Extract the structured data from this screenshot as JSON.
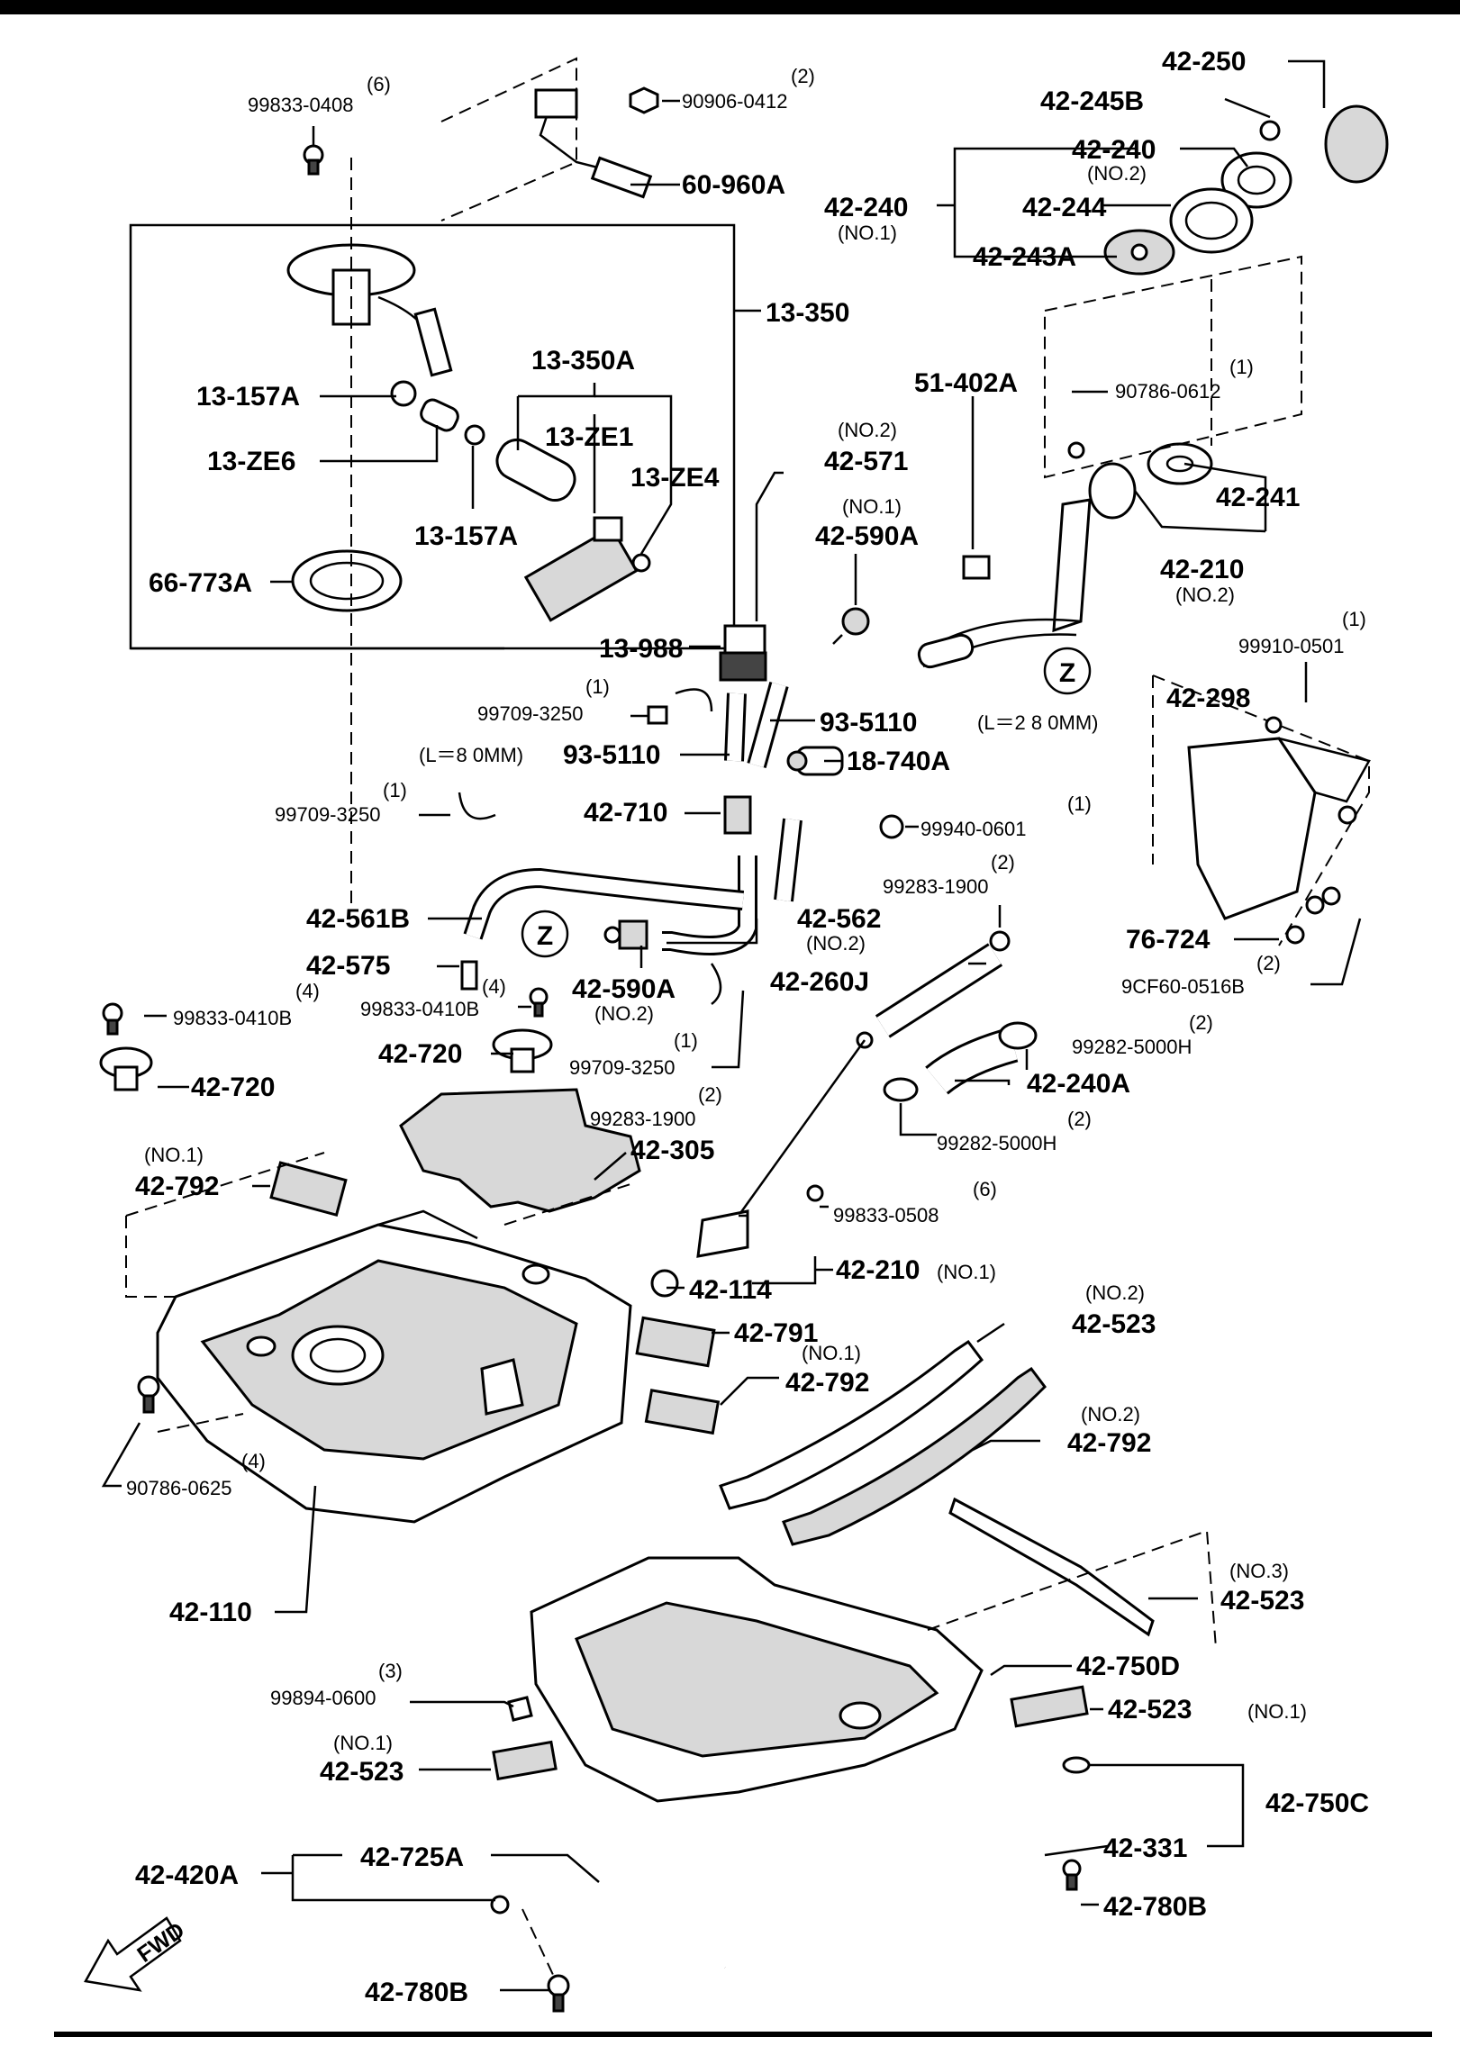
{
  "labels": {
    "p_99833_0408": "99833-0408",
    "q_6a": "(6)",
    "p_90906_0412": "90906-0412",
    "q_2a": "(2)",
    "p_60_960A": "60-960A",
    "p_13_350": "13-350",
    "p_13_157A_a": "13-157A",
    "p_13_ZE6": "13-ZE6",
    "p_13_350A": "13-350A",
    "p_13_ZE1": "13-ZE1",
    "p_13_ZE4": "13-ZE4",
    "p_13_157A_b": "13-157A",
    "p_66_773A": "66-773A",
    "p_42_250": "42-250",
    "p_42_245B": "42-245B",
    "p_42_240_top": "42-240",
    "no2_a": "(NO.2)",
    "p_42_240_left": "42-240",
    "no1_a": "(NO.1)",
    "p_42_244": "42-244",
    "p_42_243A": "42-243A",
    "p_51_402A": "51-402A",
    "p_90786_0612": "90786-0612",
    "q_1a": "(1)",
    "no2_b": "(NO.2)",
    "p_42_571": "42-571",
    "no1_b": "(NO.1)",
    "p_42_590A_a": "42-590A",
    "p_42_241": "42-241",
    "p_42_210_a": "42-210",
    "no2_c": "(NO.2)",
    "p_13_988": "13-988",
    "q_1b": "(1)",
    "p_99709_3250_a": "99709-3250",
    "p_93_5110_a": "93-5110",
    "len_280": "(L＝2 8 0MM)",
    "p_93_5110_b": "93-5110",
    "len_80": "(L＝8 0MM)",
    "p_18_740A": "18-740A",
    "q_1c": "(1)",
    "p_99910_0501": "99910-0501",
    "p_42_298": "42-298",
    "q_1d": "(1)",
    "p_99709_3250_b": "99709-3250",
    "p_42_710": "42-710",
    "q_1e": "(1)",
    "p_99940_0601": "99940-0601",
    "q_2b": "(2)",
    "p_99283_1900_a": "99283-1900",
    "p_42_561B": "42-561B",
    "p_42_562": "42-562",
    "no2_d": "(NO.2)",
    "z_a": "Z",
    "z_b": "Z",
    "p_76_724": "76-724",
    "q_2c": "(2)",
    "p_9CF60_0516B": "9CF60-0516B",
    "p_42_575": "42-575",
    "q_4a": "(4)",
    "q_4b": "(4)",
    "p_99833_0410B_a": "99833-0410B",
    "p_99833_0410B_b": "99833-0410B",
    "p_42_590A_b": "42-590A",
    "no2_e": "(NO.2)",
    "p_42_260J": "42-260J",
    "p_42_720_a": "42-720",
    "p_42_720_b": "42-720",
    "q_1f": "(1)",
    "p_99709_3250_c": "99709-3250",
    "q_2d": "(2)",
    "p_99282_5000H_a": "99282-5000H",
    "p_42_240A": "42-240A",
    "q_2e": "(2)",
    "p_99283_1900_b": "99283-1900",
    "q_2f": "(2)",
    "p_99282_5000H_b": "99282-5000H",
    "no1_c": "(NO.1)",
    "p_42_792_a": "42-792",
    "p_42_305": "42-305",
    "q_6b": "(6)",
    "p_99833_0508": "99833-0508",
    "p_42_114": "42-114",
    "p_42_210_b": "42-210",
    "no1_d": "(NO.1)",
    "no2_f": "(NO.2)",
    "p_42_523_a": "42-523",
    "p_42_791": "42-791",
    "no1_e": "(NO.1)",
    "p_42_792_b": "42-792",
    "no2_g": "(NO.2)",
    "p_42_792_c": "42-792",
    "q_4c": "(4)",
    "p_90786_0625": "90786-0625",
    "p_42_110": "42-110",
    "no3_a": "(NO.3)",
    "p_42_523_b": "42-523",
    "q_3a": "(3)",
    "p_99894_0600": "99894-0600",
    "p_42_750D": "42-750D",
    "p_42_523_c": "42-523",
    "no1_f": "(NO.1)",
    "no1_g": "(NO.1)",
    "p_42_523_d": "42-523",
    "p_42_750C": "42-750C",
    "p_42_331": "42-331",
    "p_42_420A": "42-420A",
    "p_42_725A": "42-725A",
    "p_42_780B_a": "42-780B",
    "p_42_780B_b": "42-780B",
    "fwd": "FWD"
  }
}
